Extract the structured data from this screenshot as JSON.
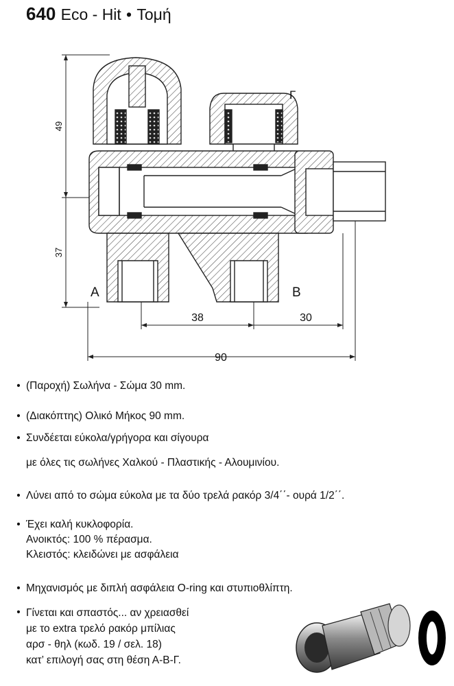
{
  "title": {
    "code": "640",
    "name": "Eco - Hit",
    "separator": "•",
    "subtitle": "Τομή"
  },
  "drawing": {
    "labels": {
      "a": "A",
      "b": "B",
      "g": "Γ"
    },
    "dimensions": {
      "height_top": "49",
      "height_bottom": "37",
      "width_left": "38",
      "width_right": "30",
      "width_total": "90"
    }
  },
  "bullets": [
    {
      "lines": [
        "(Παροχή) Σωλήνα - Σώμα 30 mm."
      ]
    },
    {
      "lines": [
        "(Διακόπτης) Ολικό Μήκος 90 mm."
      ]
    },
    {
      "lines": [
        "Συνδέεται εύκολα/γρήγορα και σίγουρα",
        "με όλες τις σωλήνες Χαλκού - Πλαστικής - Αλουμινίου."
      ]
    },
    {
      "lines": [
        "Λύνει από το σώμα εύκολα με τα δύο τρελά ρακόρ 3/4΄΄- ουρά 1/2΄΄."
      ]
    },
    {
      "lines": [
        "Έχει καλή κυκλοφορία.",
        "Ανοικτός: 100 % πέρασμα.",
        "Κλειστός: κλειδώνει με ασφάλεια"
      ]
    },
    {
      "lines": [
        "Μηχανισμός με διπλή ασφάλεια O-ring και στυπιοθλίπτη."
      ]
    },
    {
      "lines": [
        "Γίνεται και σπαστός... αν χρειασθεί",
        "με το extra τρελό ρακόρ μπίλιας",
        "αρσ - θηλ (κωδ. 19 / σελ. 18)",
        "κατ’ επιλογή σας στη θέση Α-Β-Γ."
      ]
    }
  ],
  "colors": {
    "ink": "#111111",
    "hatch": "#555555",
    "metal": "#9a9a9a"
  }
}
